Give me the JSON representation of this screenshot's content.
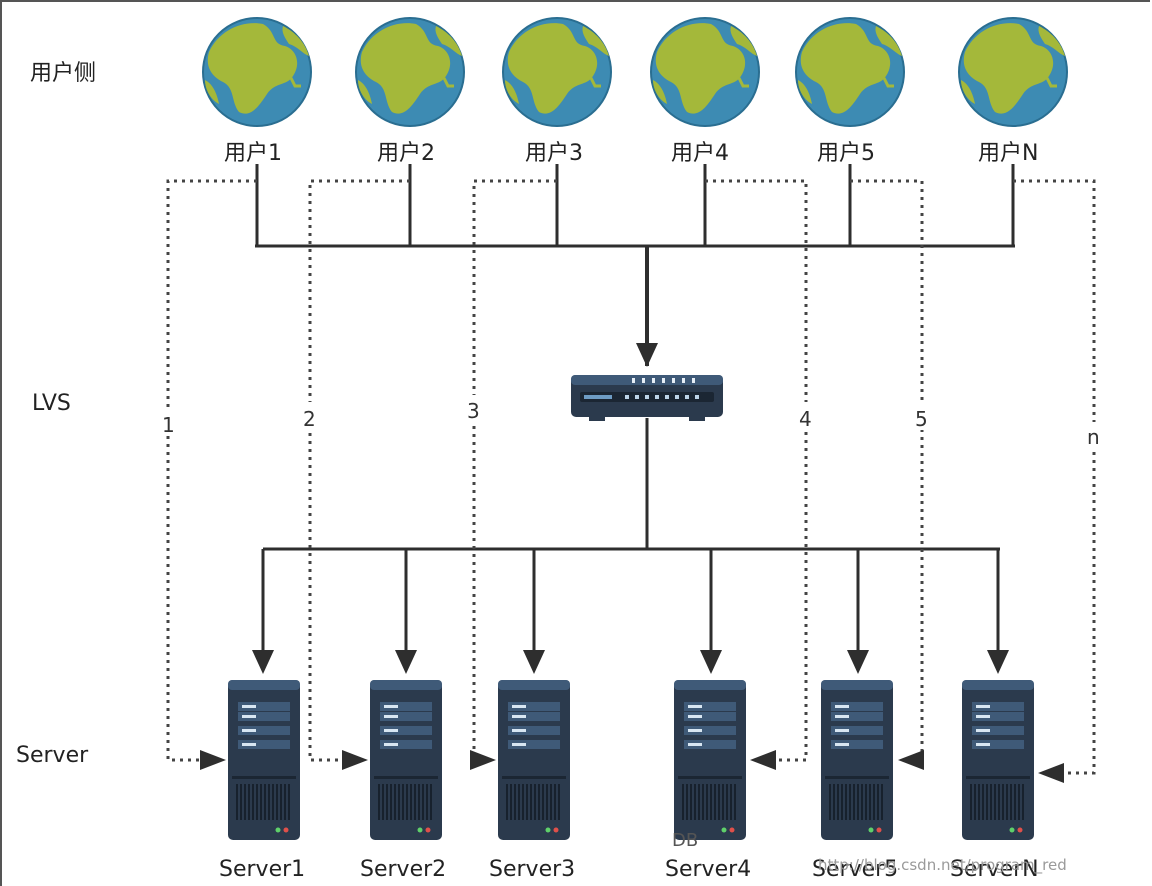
{
  "tiers": {
    "user_side": "用户侧",
    "lvs": "LVS",
    "server": "Server"
  },
  "users": [
    "用户1",
    "用户2",
    "用户3",
    "用户4",
    "用户5",
    "用户N"
  ],
  "servers": [
    "Server1",
    "Server2",
    "Server3",
    "Server4",
    "Server5",
    "ServerN"
  ],
  "return_paths": [
    "1",
    "2",
    "3",
    "4",
    "5",
    "n"
  ],
  "watermark": "http://blog.csdn.net/program_red",
  "stray_text": "DB",
  "colors": {
    "line": "#2e2e2e",
    "dotted": "#444444",
    "globe_ocean": "#3d8bb3",
    "globe_land": "#a4b83a",
    "device_dark": "#2b3a4d",
    "device_light": "#3f5a78"
  },
  "icons": {
    "user": "globe-icon",
    "balancer": "switch-icon",
    "server": "server-rack-icon"
  }
}
